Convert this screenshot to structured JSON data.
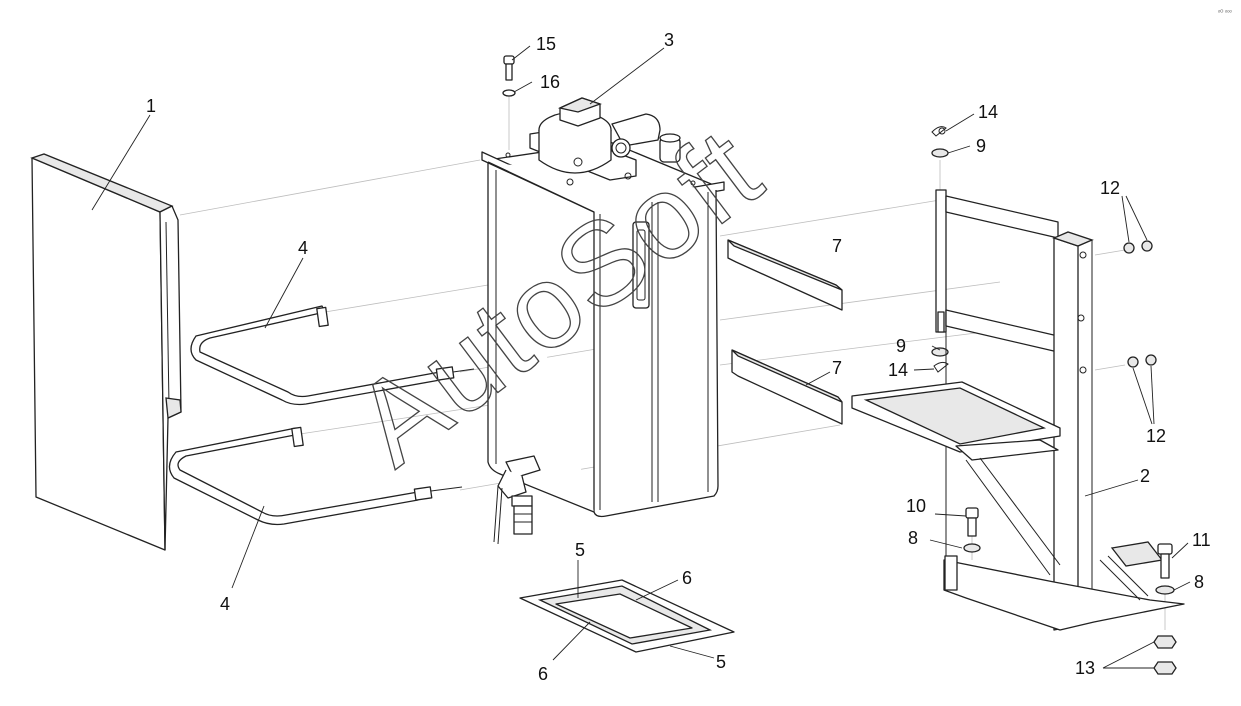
{
  "watermark": "AutoSoft",
  "corner_mark": "ᵒᴼ ᵒᵒᵒ",
  "callouts": [
    {
      "id": "c15",
      "label": "15"
    },
    {
      "id": "c16",
      "label": "16"
    },
    {
      "id": "c3",
      "label": "3"
    },
    {
      "id": "c1",
      "label": "1"
    },
    {
      "id": "c4a",
      "label": "4"
    },
    {
      "id": "c4b",
      "label": "4"
    },
    {
      "id": "c14a",
      "label": "14"
    },
    {
      "id": "c9a",
      "label": "9"
    },
    {
      "id": "c12a",
      "label": "12"
    },
    {
      "id": "c7a",
      "label": "7"
    },
    {
      "id": "c9b",
      "label": "9"
    },
    {
      "id": "c14b",
      "label": "14"
    },
    {
      "id": "c7b",
      "label": "7"
    },
    {
      "id": "c12b",
      "label": "12"
    },
    {
      "id": "c2",
      "label": "2"
    },
    {
      "id": "c10",
      "label": "10"
    },
    {
      "id": "c8a",
      "label": "8"
    },
    {
      "id": "c11",
      "label": "11"
    },
    {
      "id": "c8b",
      "label": "8"
    },
    {
      "id": "c13",
      "label": "13"
    },
    {
      "id": "c5a",
      "label": "5"
    },
    {
      "id": "c6a",
      "label": "6"
    },
    {
      "id": "c6b",
      "label": "6"
    },
    {
      "id": "c5b",
      "label": "5"
    }
  ]
}
